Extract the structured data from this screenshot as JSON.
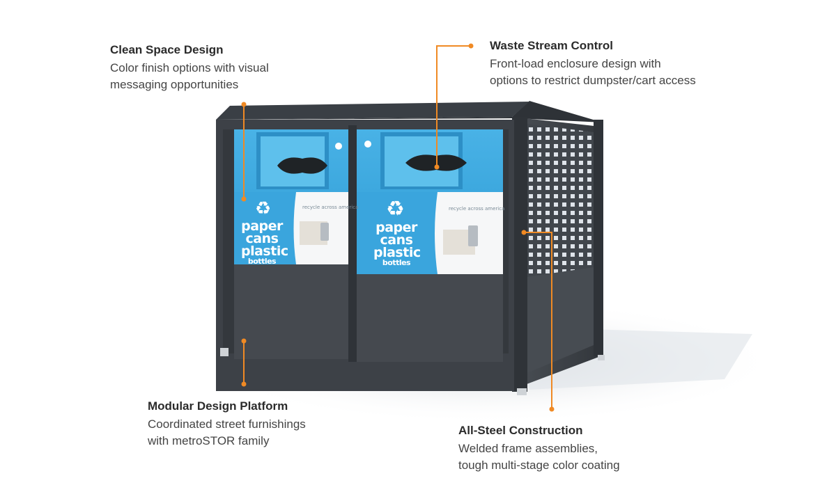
{
  "callouts": {
    "clean_space": {
      "title": "Clean Space Design",
      "line1": "Color finish options with visual",
      "line2": "messaging opportunities"
    },
    "waste_stream": {
      "title": "Waste Stream Control",
      "line1": "Front-load enclosure design with",
      "line2": "options to restrict dumpster/cart access"
    },
    "modular": {
      "title": "Modular Design Platform",
      "line1": "Coordinated street furnishings",
      "line2": "with metroSTOR family"
    },
    "all_steel": {
      "title": "All-Steel Construction",
      "line1": "Welded frame assemblies,",
      "line2": "tough multi-stage color coating"
    }
  },
  "panels": {
    "left": {
      "word1": "paper",
      "word2": "cans",
      "word3": "plastic",
      "word4": "bottles",
      "tagline": "recycle across america"
    },
    "right": {
      "word1": "paper",
      "word2": "cans",
      "word3": "plastic",
      "word4": "bottles",
      "tagline": "recycle across america"
    }
  },
  "colors": {
    "accent_orange": "#f08a24",
    "frame_dark": "#3d4147",
    "panel_blue": "#3aa5dd",
    "callout_text": "#444444"
  },
  "icons": {
    "recycle": "recycle-icon",
    "leader_dot": "callout-dot-icon"
  }
}
